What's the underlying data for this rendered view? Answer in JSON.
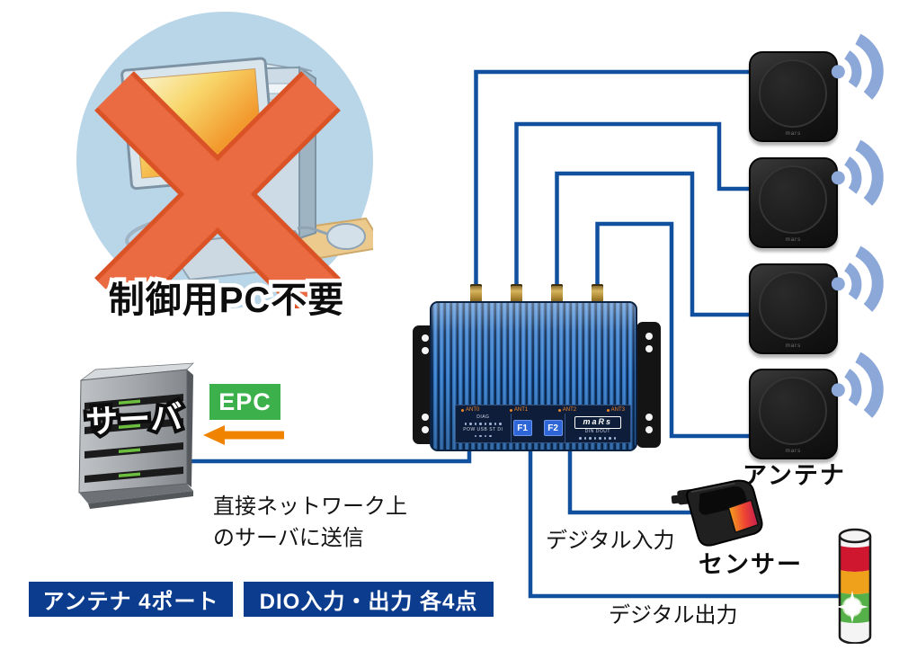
{
  "no_pc": {
    "caption": "制御用PC不要"
  },
  "server": {
    "label": "サーバ"
  },
  "epc_badge": {
    "label": "EPC"
  },
  "network_note": {
    "line1": "直接ネットワーク上",
    "line2": "のサーバに送信"
  },
  "reader": {
    "brand": "maRs",
    "ports": [
      "ANT0",
      "ANT1",
      "ANT2",
      "ANT3"
    ],
    "buttons": {
      "f1": "F1",
      "f2": "F2"
    },
    "panel_left_title": "DIAG",
    "panel_left_labels": "POW USB ST DI",
    "panel_right_labels": "DIN DOUT"
  },
  "antenna": {
    "group_label": "アンテナ",
    "count": 4,
    "unit_brand": "mars"
  },
  "sensor": {
    "label": "センサー"
  },
  "io_labels": {
    "digital_input": "デジタル入力",
    "digital_output": "デジタル出力"
  },
  "feature_badges": [
    {
      "label": "アンテナ 4ポート"
    },
    {
      "label": "DIO入力・出力 各4点"
    }
  ],
  "colors": {
    "wire": "#11509f",
    "badge_navy": "#0c3c8e",
    "epc_green": "#3cb14b",
    "arrow_orange": "#f08300",
    "x_mark": "#ea6a42",
    "signal_wave": "#8ca8d8",
    "reader_blue": "#2a6cba",
    "circle_blue": "#b9d6e8"
  }
}
